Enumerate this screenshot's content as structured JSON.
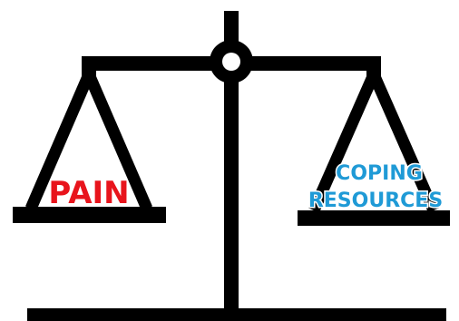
{
  "left_pan": {
    "label": "PAIN",
    "color": "#e8141c"
  },
  "right_pan": {
    "label_line1": "COPING",
    "label_line2": "RESOURCES",
    "color": "#1f9ad6"
  },
  "scale_color": "#000000",
  "background": "#ffffff"
}
